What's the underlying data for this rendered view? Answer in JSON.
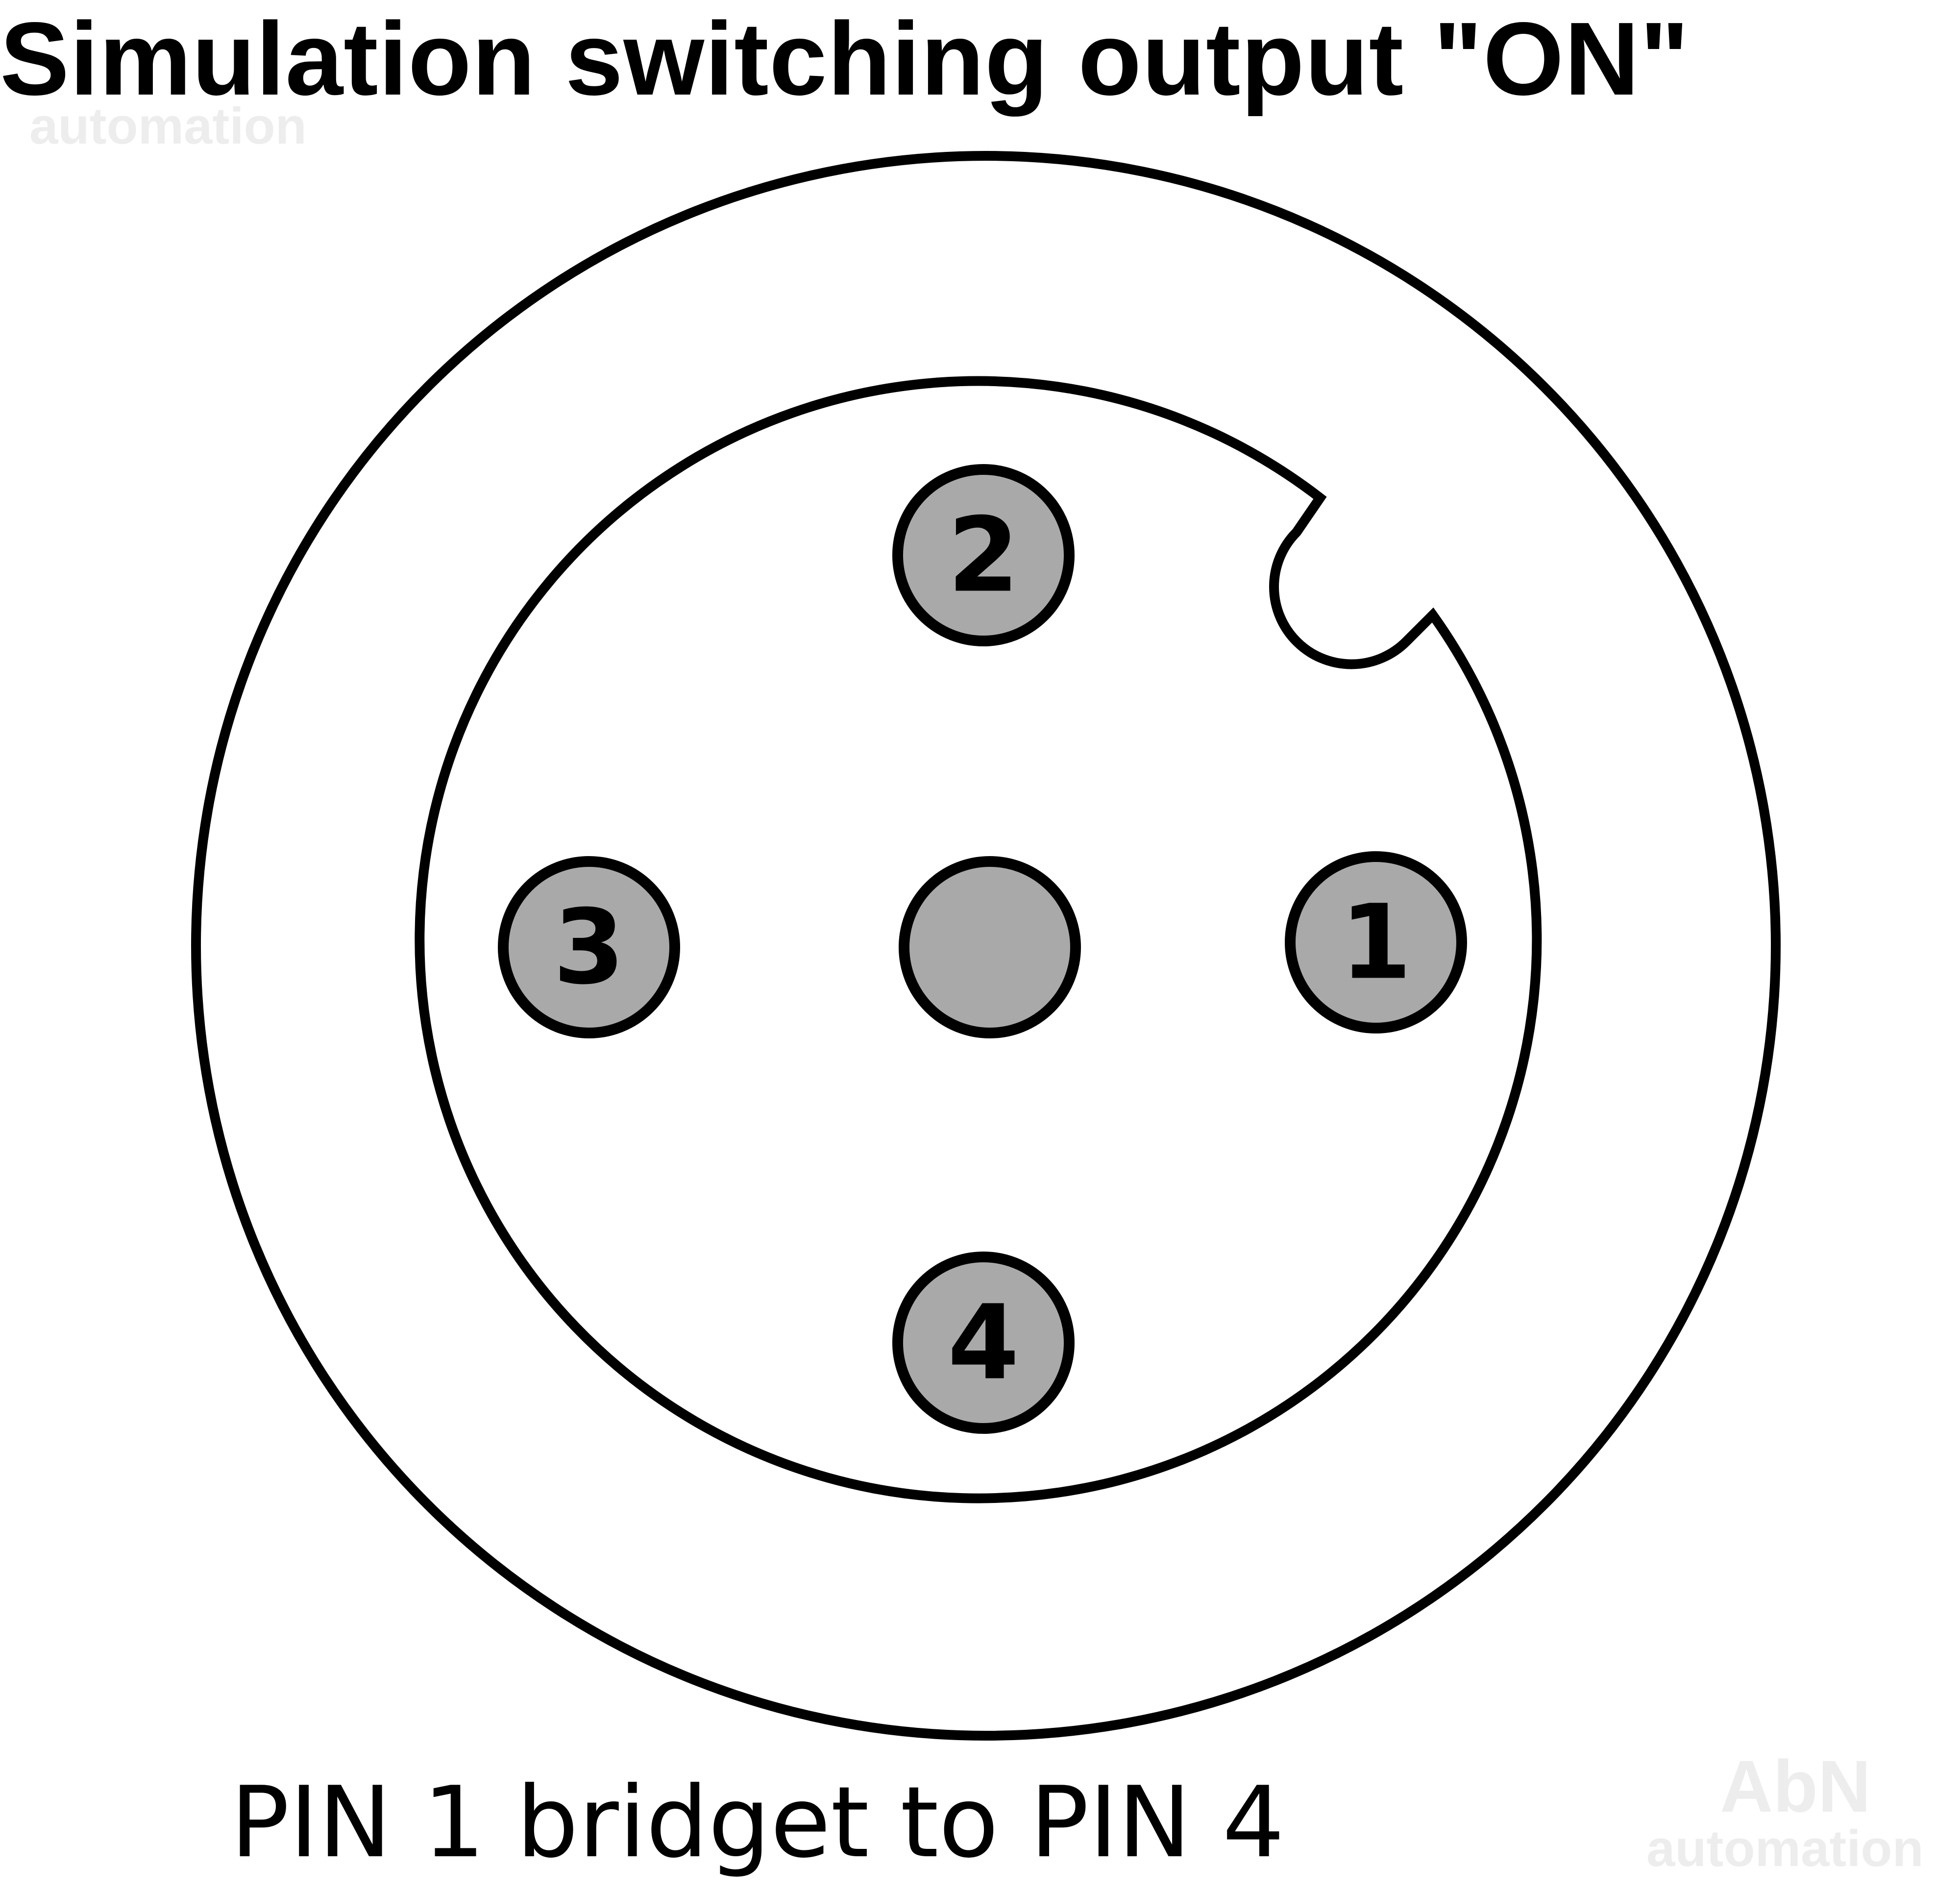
{
  "title": "Simulation switching output \"ON\"",
  "caption": "PIN 1 bridget to PIN 4",
  "watermark": {
    "logo_text": "AbN",
    "company": "automation"
  },
  "pins": [
    {
      "id": "pin-1",
      "label": "1"
    },
    {
      "id": "pin-2",
      "label": "2"
    },
    {
      "id": "pin-3",
      "label": "3"
    },
    {
      "id": "pin-4",
      "label": "4"
    },
    {
      "id": "pin-center",
      "label": ""
    }
  ],
  "colors": {
    "stroke": "#000000",
    "pin_fill": "#a9a9a9",
    "background": "#ffffff"
  }
}
